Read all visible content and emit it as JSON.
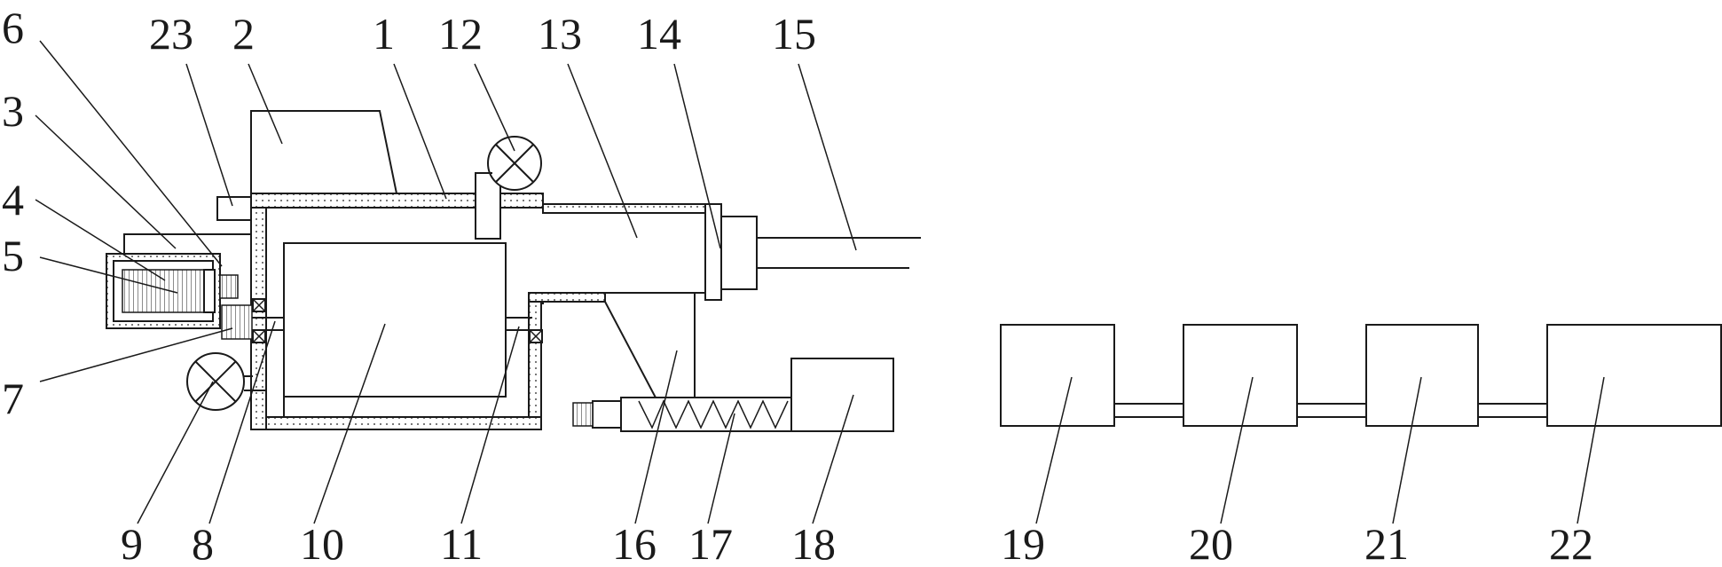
{
  "labels": {
    "l1": "1",
    "l2": "2",
    "l3": "3",
    "l4": "4",
    "l5": "5",
    "l6": "6",
    "l7": "7",
    "l8": "8",
    "l9": "9",
    "l10": "10",
    "l11": "11",
    "l12": "12",
    "l13": "13",
    "l14": "14",
    "l15": "15",
    "l16": "16",
    "l17": "17",
    "l18": "18",
    "l19": "19",
    "l20": "20",
    "l21": "21",
    "l22": "22",
    "l23": "23"
  },
  "colors": {
    "line": "#1a1a1a",
    "background": "#ffffff"
  }
}
